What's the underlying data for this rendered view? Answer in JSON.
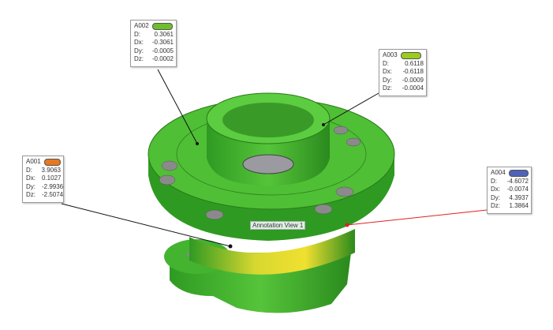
{
  "annotations": [
    {
      "id": "A001",
      "color": "#e8791e",
      "rows": [
        {
          "k": "D:",
          "v": "3.9063"
        },
        {
          "k": "Dx:",
          "v": "0.1027"
        },
        {
          "k": "Dy:",
          "v": "-2.9936"
        },
        {
          "k": "Dz:",
          "v": "-2.5074"
        }
      ]
    },
    {
      "id": "A002",
      "color": "#6cbf2a",
      "rows": [
        {
          "k": "D:",
          "v": "0.3061"
        },
        {
          "k": "Dx:",
          "v": "-0.3061"
        },
        {
          "k": "Dy:",
          "v": "-0.0005"
        },
        {
          "k": "Dz:",
          "v": "-0.0002"
        }
      ]
    },
    {
      "id": "A003",
      "color": "#9ccc1c",
      "rows": [
        {
          "k": "D:",
          "v": "0.6118"
        },
        {
          "k": "Dx:",
          "v": "-0.6118"
        },
        {
          "k": "Dy:",
          "v": "-0.0009"
        },
        {
          "k": "Dz:",
          "v": "-0.0004"
        }
      ]
    },
    {
      "id": "A004",
      "color": "#4f63b8",
      "rows": [
        {
          "k": "D:",
          "v": "-4.6072"
        },
        {
          "k": "Dx:",
          "v": "-0.0074"
        },
        {
          "k": "Dy:",
          "v": "4.3937"
        },
        {
          "k": "Dz:",
          "v": "1.3864"
        }
      ]
    }
  ],
  "view_label": "Annotation View 1",
  "colors": {
    "part": "#3fae2a",
    "part_dark": "#2a8a1d",
    "leader_alert": "#e02020"
  }
}
